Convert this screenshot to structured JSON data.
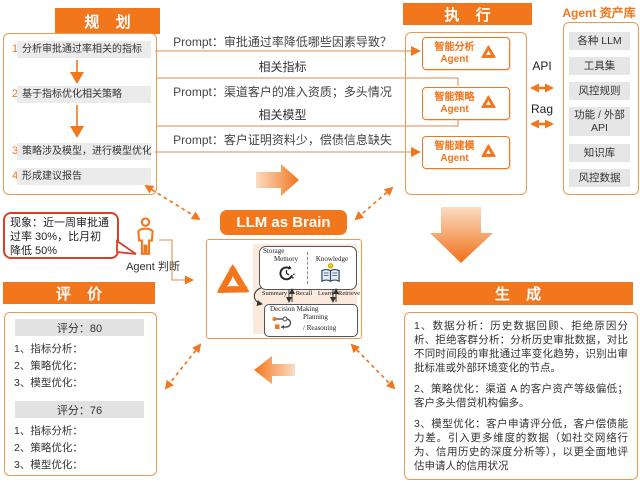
{
  "colors": {
    "accent": "#f2761c",
    "box_border": "#e89a52",
    "bubble_border": "#d8402a",
    "gray_fill": "#e6e6e6",
    "connector": "#e0a470"
  },
  "planning": {
    "header": "规 划",
    "steps": [
      {
        "num": "1",
        "text": "分析审批通过率相关的指标"
      },
      {
        "num": "2",
        "text": "基于指标优化相关策略"
      },
      {
        "num": "3",
        "text": "策略涉及模型，进行模型优化"
      },
      {
        "num": "4",
        "text": "形成建议报告"
      }
    ]
  },
  "prompts": {
    "p1": "Prompt：审批通过率降低哪些因素导致？",
    "rel_indicator": "相关指标",
    "p2": "Prompt：渠道客户的准入资质；多头情况",
    "rel_model": "相关模型",
    "p3": "Prompt：客户证明资料少，偿债信息缺失"
  },
  "execution": {
    "header": "执 行",
    "agents": [
      {
        "line1": "智能分析",
        "line2": "Agent"
      },
      {
        "line1": "智能策略",
        "line2": "Agent"
      },
      {
        "line1": "智能建模",
        "line2": "Agent"
      }
    ]
  },
  "assets": {
    "title": "Agent 资产库",
    "items": [
      "各种 LLM",
      "工具集",
      "风控规则",
      "功能 / 外部 API",
      "知识库",
      "风控数据"
    ],
    "api": "API",
    "rag": "Rag"
  },
  "center": {
    "pill": "LLM as Brain",
    "storage": "Storage",
    "memory": "Memory",
    "knowledge": "Knowledge",
    "summary": "Summary",
    "recall": "Recall",
    "learn": "Learn",
    "retrieve": "Retrieve",
    "decision": "Decision Making",
    "planning_reasoning_1": "Planning",
    "planning_reasoning_2": "/ Reasoning"
  },
  "observation": {
    "bubble": "现象：近一周审批通过率 30%，比月初降低 50%",
    "agent_judge": "Agent 判断"
  },
  "evaluation": {
    "header": "评 价",
    "groups": [
      {
        "score": "评分：80",
        "items": [
          "1、指标分析：",
          "2、策略优化：",
          "3、模型优化："
        ]
      },
      {
        "score": "评分：76",
        "items": [
          "1、指标分析：",
          "2、策略优化：",
          "3、模型优化："
        ]
      }
    ]
  },
  "generation": {
    "header": "生 成",
    "paragraphs": [
      "1、数据分析：历史数据回顾、拒绝原因分析、拒绝客群分析：分析历史审批数据，对比不同时间段的审批通过率变化趋势，识别出审批标准或外部环境变化的节点。",
      "2、策略优化：渠道 A 的客户资产等级偏低；客户多头借贷机构偏多。",
      "3、模型优化：客户申请评分低，客户偿债能力差。引入更多维度的数据（如社交网络行为、信用历史的深度分析等），以更全面地评估申请人的信用状况"
    ]
  }
}
